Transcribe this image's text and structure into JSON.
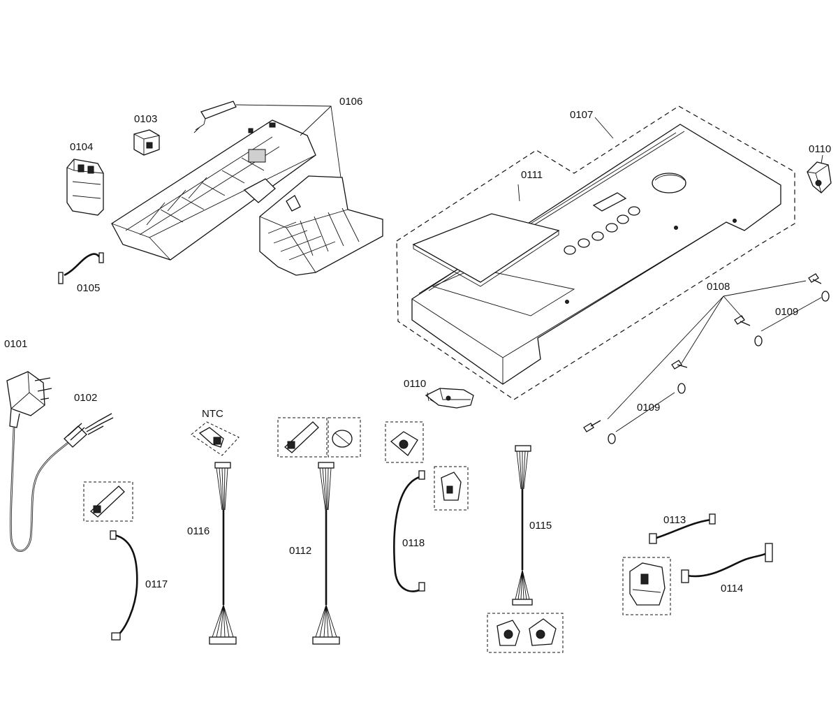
{
  "labels": {
    "p0101": "0101",
    "p0102": "0102",
    "p0103": "0103",
    "p0104": "0104",
    "p0105": "0105",
    "p0106": "0106",
    "p0107": "0107",
    "p0108": "0108",
    "p0109a": "0109",
    "p0109b": "0109",
    "p0110a": "0110",
    "p0110b": "0110",
    "p0111": "0111",
    "p0112": "0112",
    "p0113": "0113",
    "p0114": "0114",
    "p0115": "0115",
    "p0116": "0116",
    "p0117": "0117",
    "p0118": "0118",
    "ntc": "NTC"
  }
}
